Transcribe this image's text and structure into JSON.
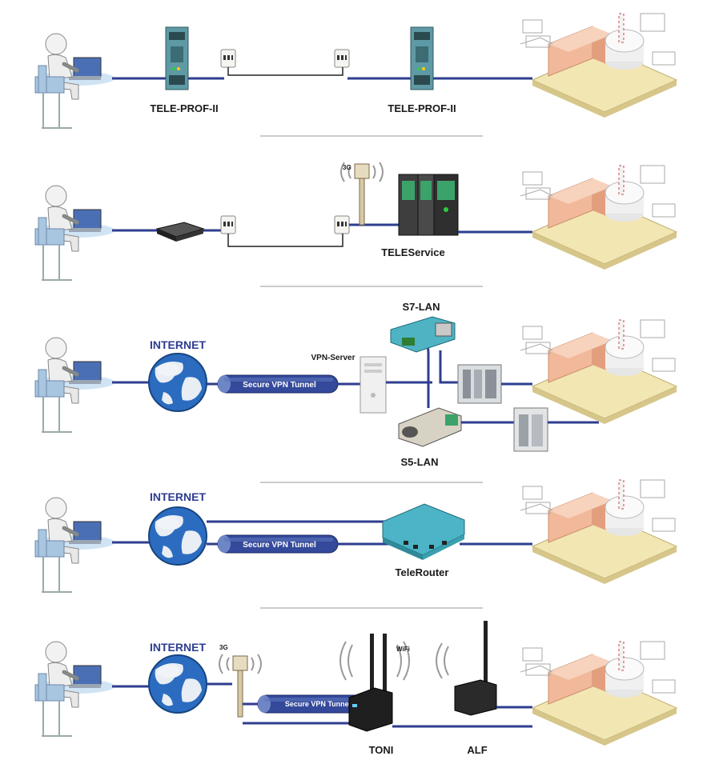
{
  "rows": [
    {
      "labels": {
        "device_left": "TELE-PROF-II",
        "device_right": "TELE-PROF-II"
      }
    },
    {
      "labels": {
        "teleservice": "TELEService",
        "antenna_tag": "3G"
      }
    },
    {
      "labels": {
        "internet": "INTERNET",
        "tunnel": "Secure VPN Tunnel",
        "vpn_server": "VPN-Server",
        "s7": "S7-LAN",
        "s5": "S5-LAN"
      }
    },
    {
      "labels": {
        "internet": "INTERNET",
        "tunnel": "Secure VPN Tunnel",
        "telerouter": "TeleRouter"
      }
    },
    {
      "labels": {
        "internet": "INTERNET",
        "antenna_tag": "3G",
        "tunnel": "Secure VPN Tunnel",
        "wifi": "WiFi",
        "toni": "TONI",
        "alf": "ALF"
      }
    }
  ],
  "colors": {
    "link": "#2e3d8f",
    "phone_line": "#222222",
    "separator": "#999999",
    "globe": "#1f5fa8",
    "plant": "#e9c9a4"
  }
}
